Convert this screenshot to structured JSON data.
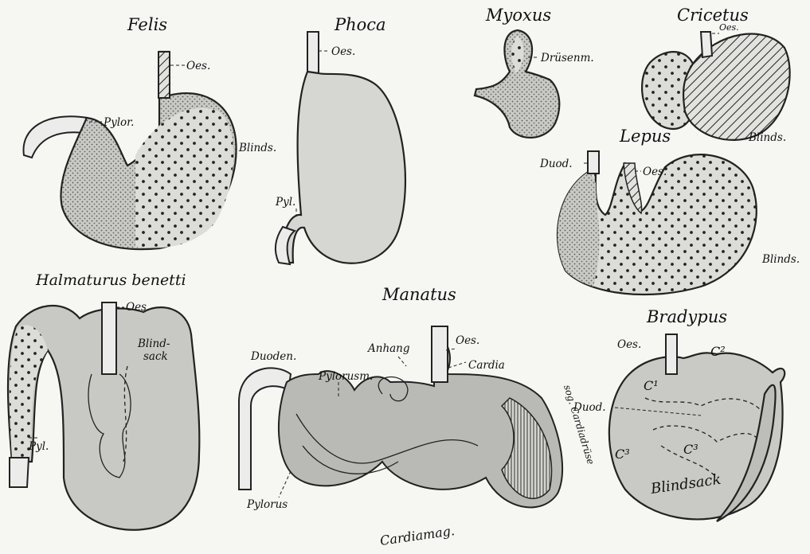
{
  "figures": {
    "felis": {
      "title": "Felis",
      "labels": {
        "oes": "Oes.",
        "pylor": "Pylor.",
        "blinds": "Blinds."
      }
    },
    "phoca": {
      "title": "Phoca",
      "labels": {
        "oes": "Oes.",
        "pyl": "Pyl."
      }
    },
    "myoxus": {
      "title": "Myoxus",
      "labels": {
        "druesenm": "Drüsenm."
      }
    },
    "cricetus": {
      "title": "Cricetus",
      "labels": {
        "oes": "Oes.",
        "blinds": "Blinds."
      }
    },
    "lepus": {
      "title": "Lepus",
      "labels": {
        "duod": "Duod.",
        "oes": "Oes.",
        "blinds": "Blinds."
      }
    },
    "halmaturus": {
      "title": "Halmaturus benetti",
      "labels": {
        "oes": "Oes.",
        "blindsack_1": "Blind-",
        "blindsack_2": "sack",
        "pyl": "Pyl."
      }
    },
    "manatus": {
      "title": "Manatus",
      "labels": {
        "oes": "Oes.",
        "anhang": "Anhang",
        "cardia": "Cardia",
        "duoden": "Duoden.",
        "pylorusm": "Pylorusm.",
        "cardiadruese": "sog. Cardiadrüse",
        "pylorus": "Pylorus",
        "cardiamag": "Cardiamag."
      }
    },
    "bradypus": {
      "title": "Bradypus",
      "labels": {
        "oes": "Oes.",
        "c2": "C²",
        "c1": "C¹",
        "duod": "Duod.",
        "c3a": "C³",
        "c3b": "C³",
        "blindsack": "Blindsack"
      }
    }
  }
}
